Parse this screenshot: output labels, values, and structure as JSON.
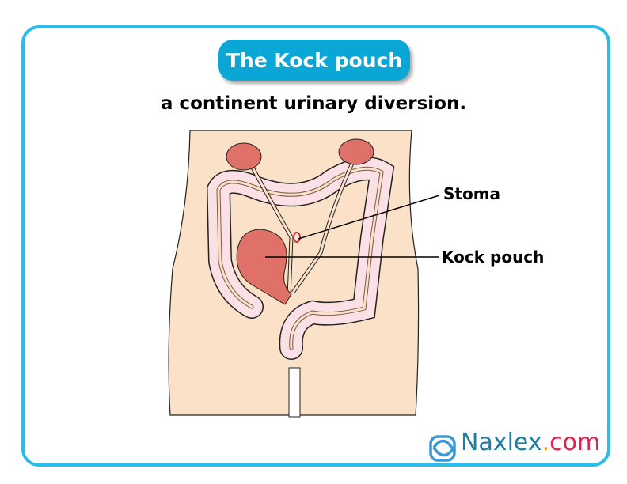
{
  "title": "The Kock pouch",
  "subtitle": "a continent urinary diversion.",
  "labels": {
    "stoma": "Stoma",
    "pouch": "Kock pouch"
  },
  "logo": {
    "name": "Naxlex",
    "dot": ".",
    "tld": "com"
  },
  "colors": {
    "frame": "#2bbde9",
    "title_bg": "#0aa6d6",
    "skin": "#fbe1c8",
    "organ": "#df7168",
    "colon": "#fbe1e6"
  }
}
